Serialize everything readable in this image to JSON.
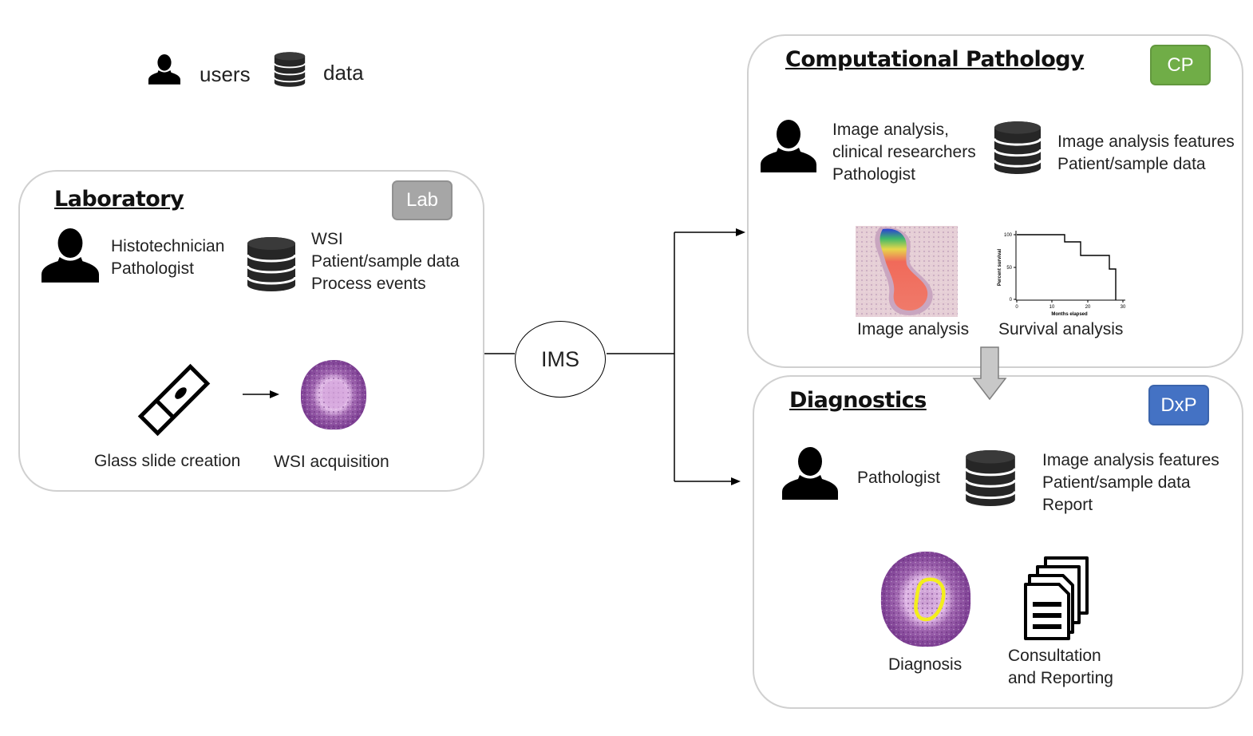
{
  "legend": {
    "users_label": "users",
    "data_label": "data"
  },
  "ims": {
    "label": "IMS"
  },
  "laboratory": {
    "title": "Laboratory",
    "badge": "Lab",
    "badge_color": "#a6a6a6",
    "users": [
      "Histotechnician",
      "Pathologist"
    ],
    "data": [
      "WSI",
      "Patient/sample data",
      "Process events"
    ],
    "step1_caption": "Glass slide creation",
    "step2_caption": "WSI acquisition"
  },
  "computational": {
    "title": "Computational Pathology",
    "badge": "CP",
    "badge_color": "#70ad47",
    "users": [
      "Image analysis,",
      "clinical researchers",
      "Pathologist"
    ],
    "data": [
      "Image analysis features",
      "Patient/sample data"
    ],
    "image_caption": "Image analysis",
    "survival_caption": "Survival analysis",
    "survival_plot": {
      "ylabel": "Percent survival",
      "xlabel": "Months elapsed",
      "y_ticks": [
        "100",
        "50",
        "0"
      ],
      "x_ticks": [
        "0",
        "10",
        "20",
        "30"
      ]
    }
  },
  "diagnostics": {
    "title": "Diagnostics",
    "badge": "DxP",
    "badge_color": "#4472c4",
    "users": [
      "Pathologist"
    ],
    "data": [
      "Image analysis features",
      "Patient/sample data",
      "Report"
    ],
    "diagnosis_caption": "Diagnosis",
    "consult_caption": [
      "Consultation",
      "and Reporting"
    ]
  }
}
